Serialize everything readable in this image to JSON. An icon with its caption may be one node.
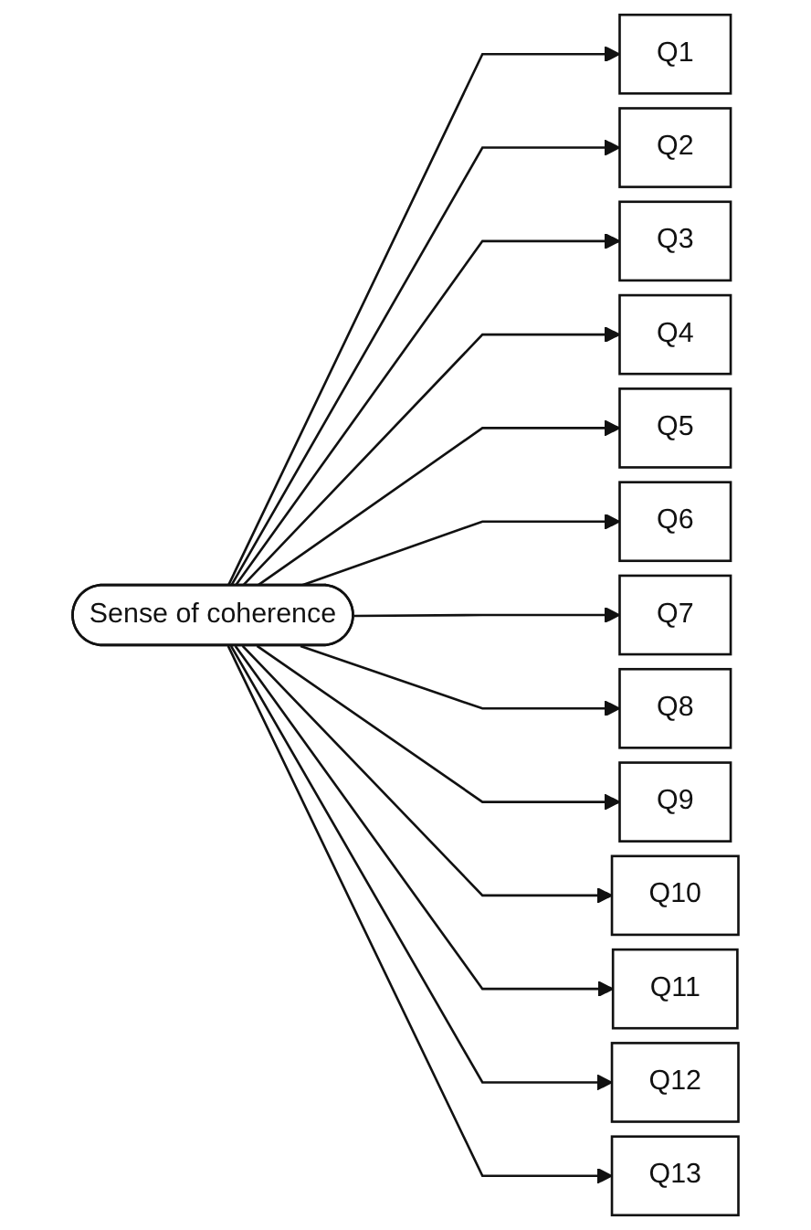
{
  "diagram": {
    "nodes": [
      {
        "text": [
          "Sense of coherence"
        ]
      },
      {
        "text": [
          "Q1"
        ]
      },
      {
        "text": [
          "Q2"
        ]
      },
      {
        "text": [
          "Q3"
        ]
      },
      {
        "text": [
          "Q4"
        ]
      },
      {
        "text": [
          "Q5"
        ]
      },
      {
        "text": [
          "Q6"
        ]
      },
      {
        "text": [
          "Q7"
        ]
      },
      {
        "text": [
          "Q8"
        ]
      },
      {
        "text": [
          "Q9"
        ]
      },
      {
        "text": [
          "Q10"
        ]
      },
      {
        "text": [
          "Q11"
        ]
      },
      {
        "text": [
          "Q12"
        ]
      },
      {
        "text": [
          "Q13"
        ]
      }
    ],
    "edges": [
      {
        "from": 0,
        "to": 1,
        "arrow": "to"
      },
      {
        "from": 0,
        "to": 2,
        "arrow": "to"
      },
      {
        "from": 0,
        "to": 3,
        "arrow": "to"
      },
      {
        "from": 0,
        "to": 4,
        "arrow": "to"
      },
      {
        "from": 0,
        "to": 5,
        "arrow": "to"
      },
      {
        "from": 0,
        "to": 6,
        "arrow": "to"
      },
      {
        "from": 0,
        "to": 7,
        "arrow": "to"
      },
      {
        "from": 0,
        "to": 8,
        "arrow": "to"
      },
      {
        "from": 0,
        "to": 9,
        "arrow": "to"
      },
      {
        "from": 0,
        "to": 10,
        "arrow": "to"
      },
      {
        "from": 0,
        "to": 11,
        "arrow": "to"
      },
      {
        "from": 0,
        "to": 12,
        "arrow": "to"
      },
      {
        "from": 0,
        "to": 13,
        "arrow": "to"
      }
    ]
  }
}
